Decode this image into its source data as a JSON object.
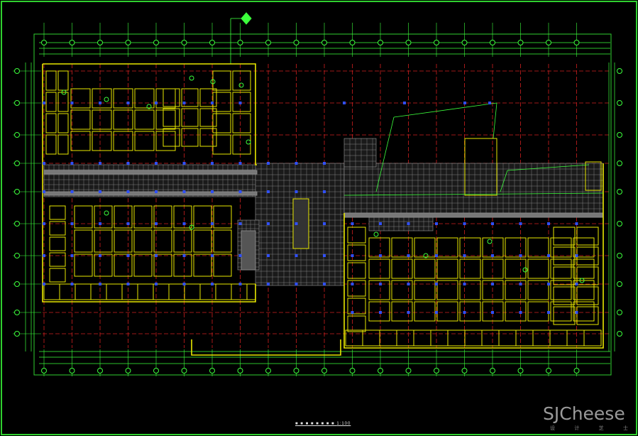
{
  "drawing": {
    "colors": {
      "background": "#000000",
      "frame": "#2fd02f",
      "walls": "#e8e800",
      "axis_grid": "#d02020",
      "floor_tile": "#9a9a9a",
      "dimension": "#3cff3c",
      "column": "#3050ff"
    },
    "title_scale": "1:100"
  },
  "watermark": {
    "brand": "SJCheese",
    "sub": [
      "设",
      "计",
      "芝",
      "士"
    ]
  }
}
